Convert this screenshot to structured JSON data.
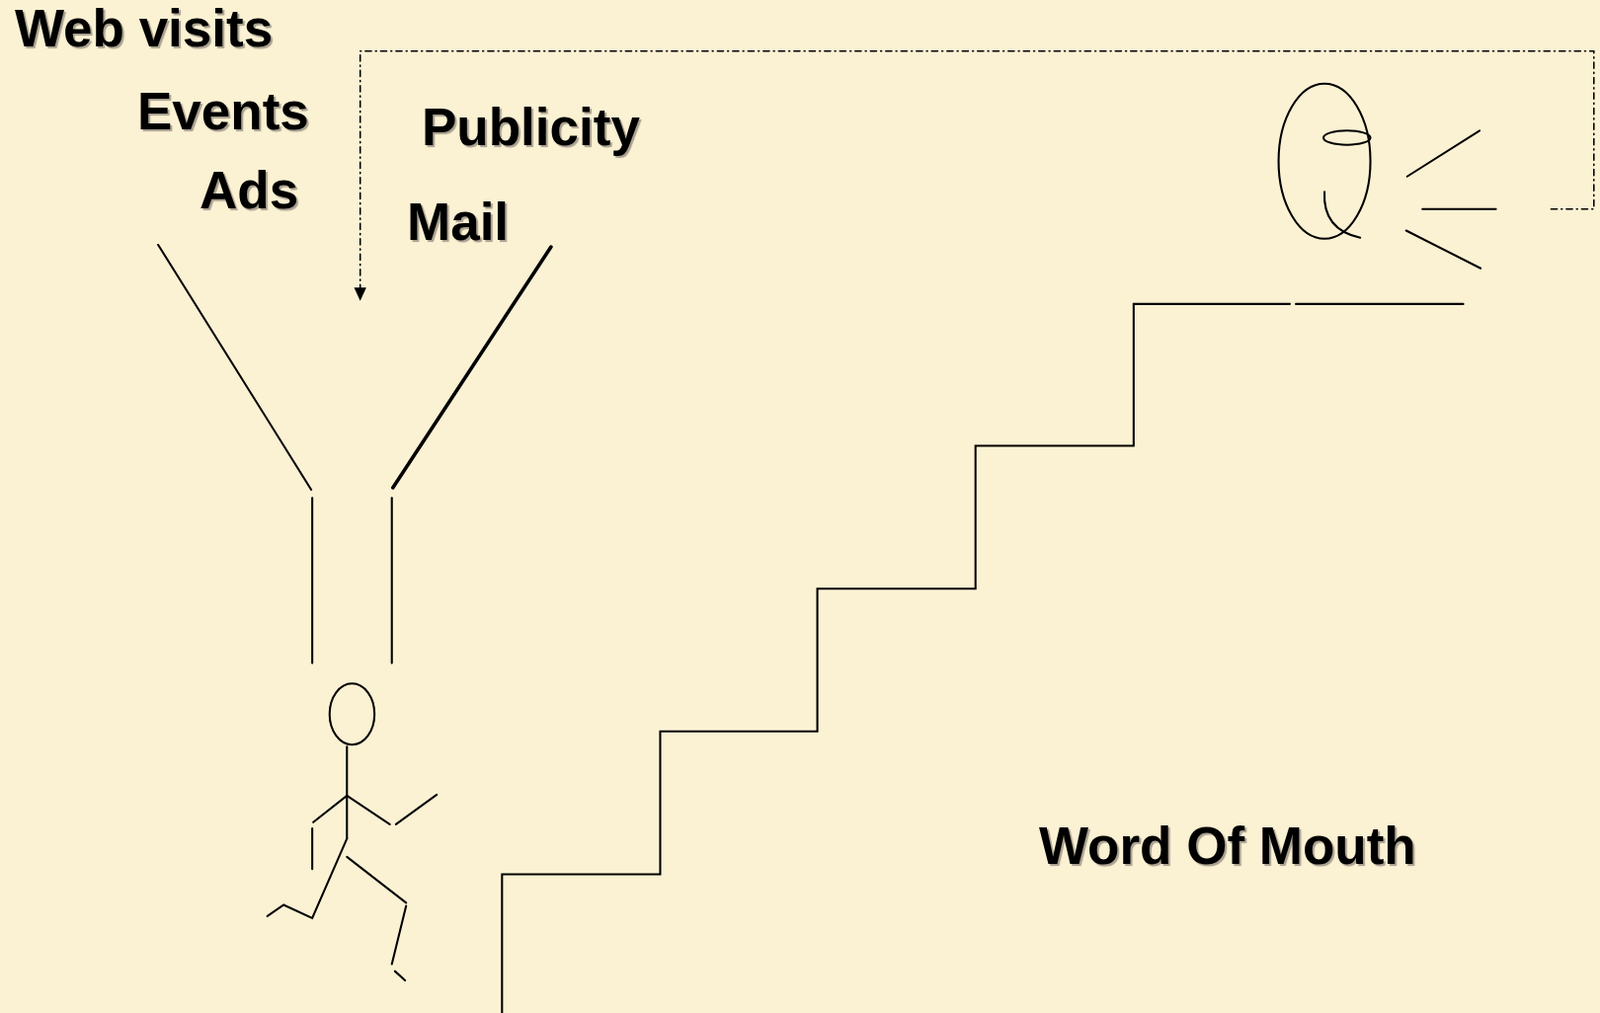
{
  "diagram": {
    "labels": [
      "Web visits",
      "Events",
      "Ads",
      "Publicity",
      "Mail",
      "Word Of Mouth"
    ]
  }
}
